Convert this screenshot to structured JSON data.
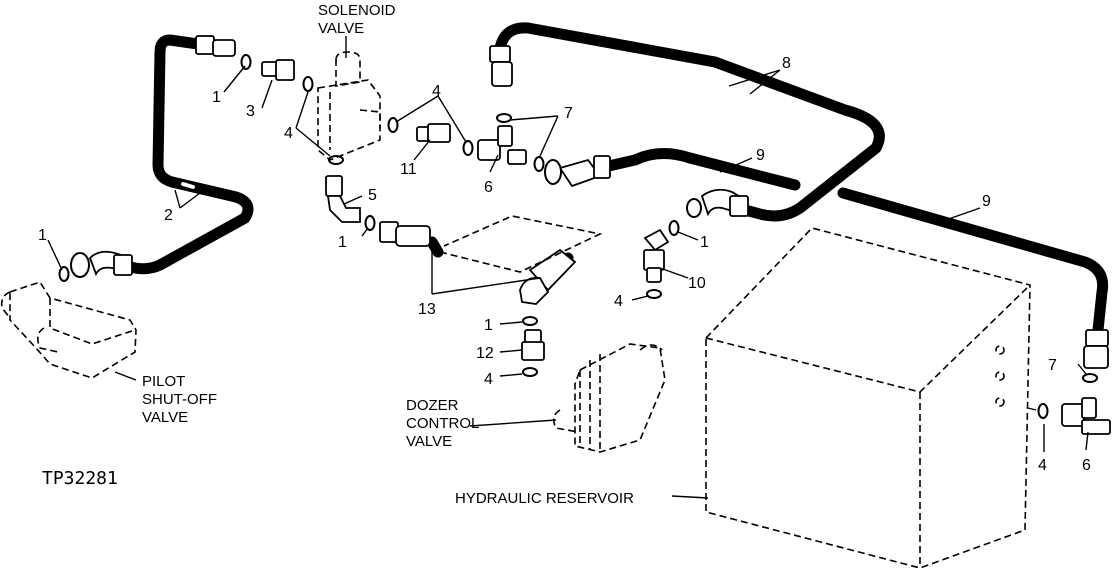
{
  "figure_id": "TP32281",
  "components": {
    "solenoid_valve_line1": "SOLENOID",
    "solenoid_valve_line2": "VALVE",
    "pilot_line1": "PILOT",
    "pilot_line2": "SHUT-OFF",
    "pilot_line3": "VALVE",
    "dozer_line1": "DOZER",
    "dozer_line2": "CONTROL",
    "dozer_line3": "VALVE",
    "reservoir": "HYDRAULIC RESERVOIR"
  },
  "callouts": {
    "c1a": "1",
    "c1b": "1",
    "c1c": "1",
    "c1d": "1",
    "c1e": "1",
    "c2": "2",
    "c3": "3",
    "c4a": "4",
    "c4b": "4",
    "c4c": "4",
    "c4d": "4",
    "c4e": "4",
    "c5": "5",
    "c6a": "6",
    "c6b": "6",
    "c7a": "7",
    "c7b": "7",
    "c8": "8",
    "c9a": "9",
    "c9b": "9",
    "c10": "10",
    "c11": "11",
    "c12": "12",
    "c13": "13"
  }
}
